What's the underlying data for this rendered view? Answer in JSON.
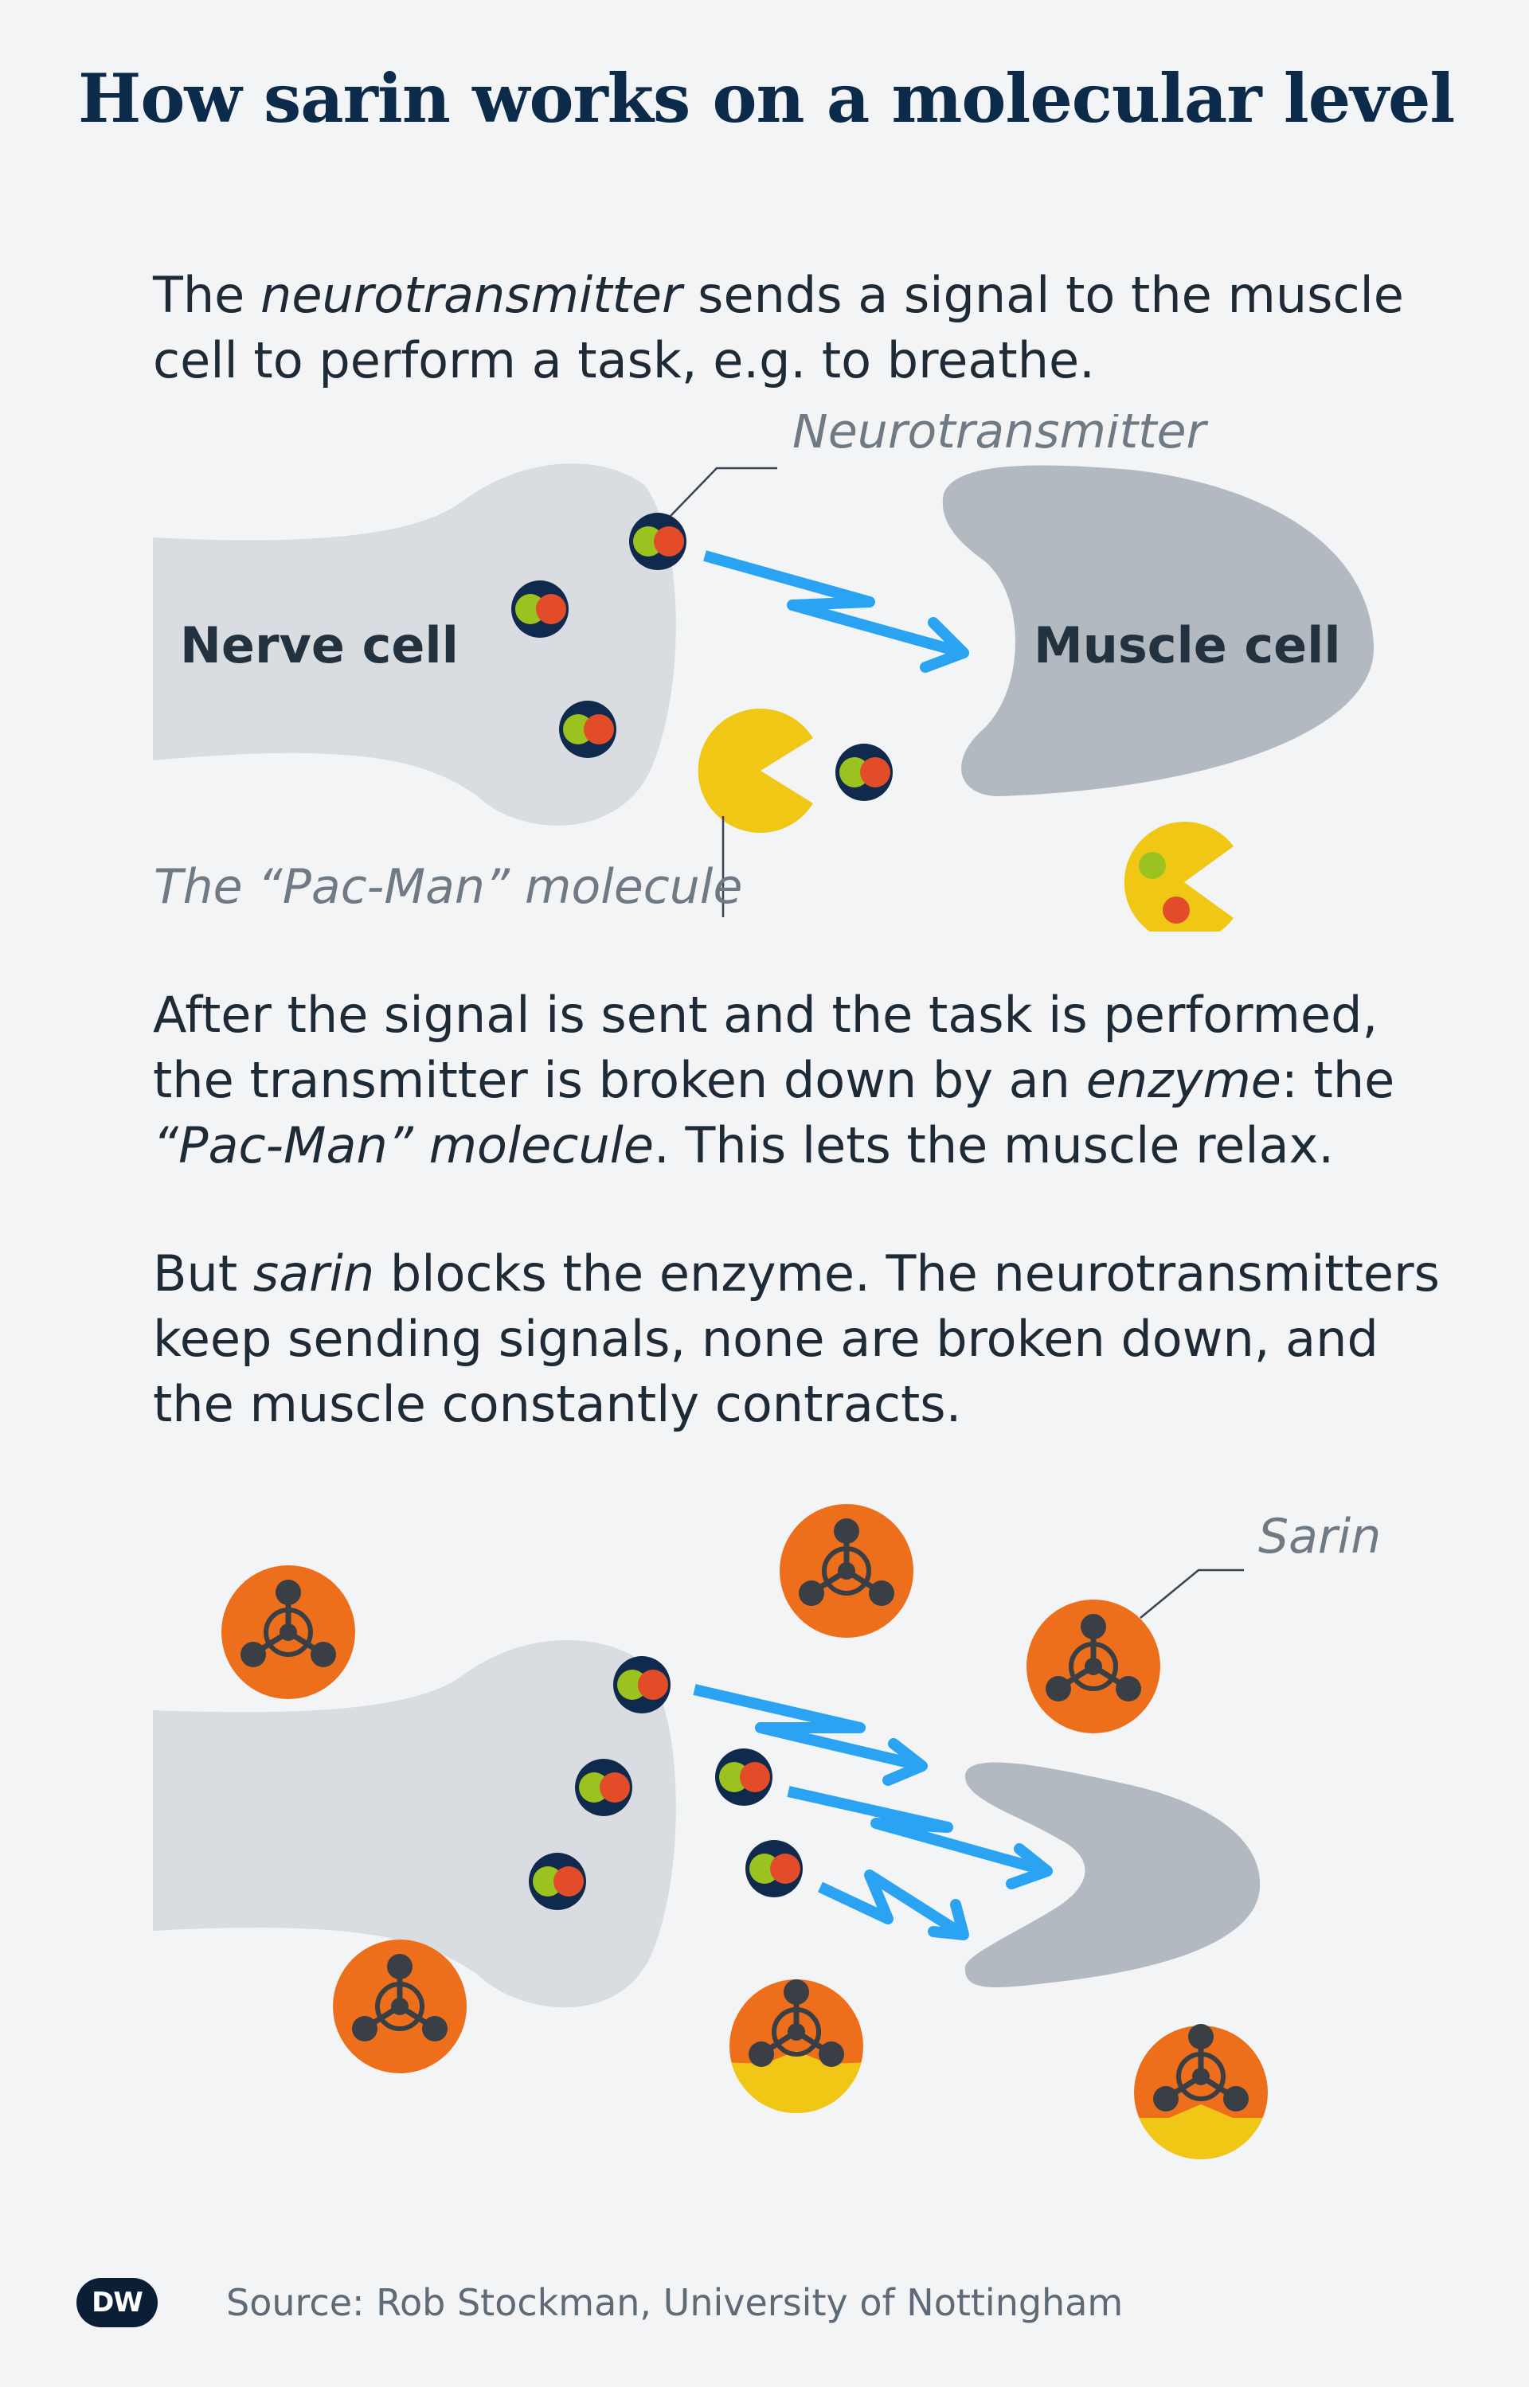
{
  "title": "How sarin works on a molecular level",
  "intro": {
    "t1": "The ",
    "em1": "neurotransmitter",
    "t2": " sends a signal to the muscle cell to perform a task, e.g. to breathe."
  },
  "labels": {
    "nerve_cell": "Nerve cell",
    "muscle_cell": "Muscle cell",
    "neurotransmitter": "Neurotransmitter",
    "pacman": "The “Pac-Man” molecule",
    "sarin": "Sarin"
  },
  "middle": {
    "t1": "After the signal is sent and the task is performed, the transmitter is broken down by an ",
    "em1": "enzyme",
    "t2": ": the ",
    "em2": "“Pac-Man” molecule",
    "t3": ". This lets the muscle relax."
  },
  "blocking": {
    "t1": "But ",
    "em1": "sarin",
    "t2": " blocks the enzyme. The neurotransmitters keep sending signals, none are broken down, and the muscle constantly contracts."
  },
  "footer": {
    "logo": "DW",
    "source": "Source: Rob Stockman, University of Nottingham"
  },
  "colors": {
    "background": "#f2f4f6",
    "title": "#0c2a4a",
    "nerve_cell": "#d9dde1",
    "muscle_cell": "#b2b9c0",
    "signal_arrow": "#2aa3f2",
    "neurotransmitter_ring": "#0f2a4c",
    "green_dot": "#9cc220",
    "red_dot": "#e24c28",
    "pacman": "#f1c716",
    "sarin": "#ee6f1b",
    "sarin_icon": "#3a3f46"
  }
}
